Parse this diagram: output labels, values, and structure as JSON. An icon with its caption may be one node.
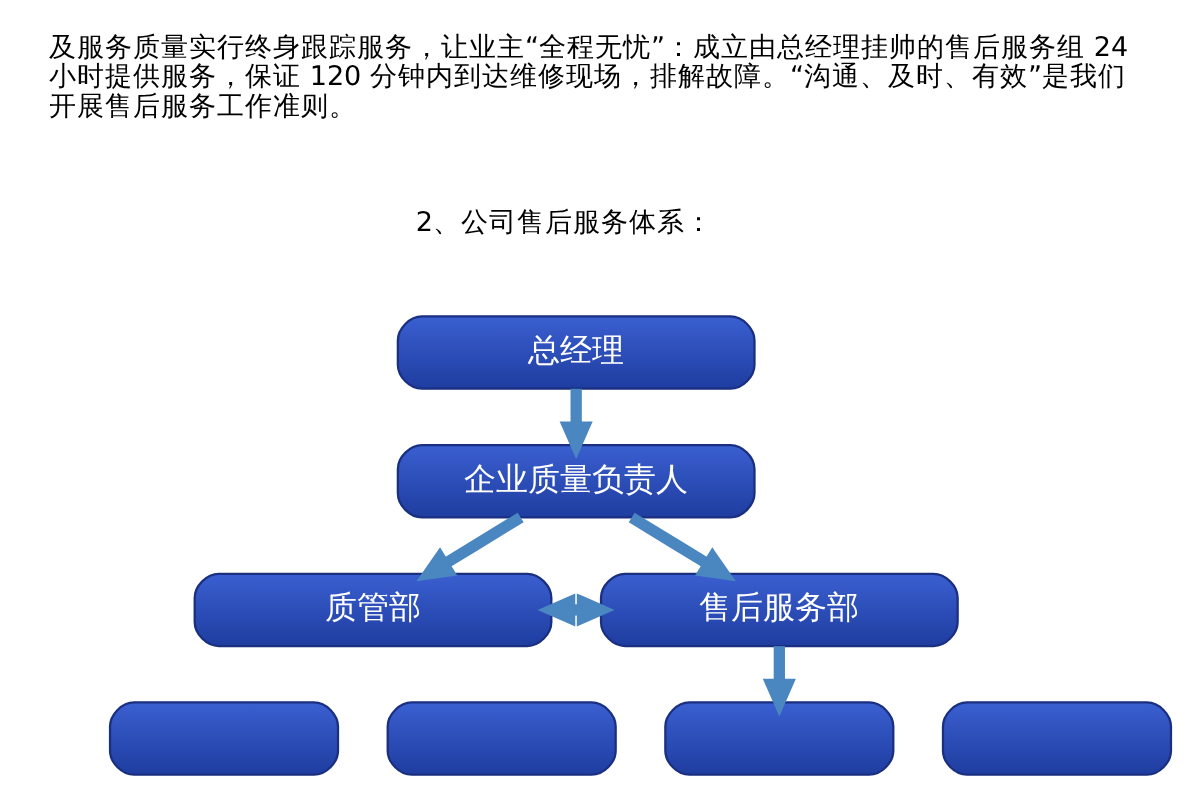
{
  "diagram": {
    "nodes": [
      {
        "text": [
          "总经理"
        ]
      },
      {
        "text": [
          "企业质量负责人"
        ]
      },
      {
        "text": [
          "质管部"
        ]
      },
      {
        "text": [
          "售后服务部"
        ]
      },
      {
        "text": [],
        "shape": "box"
      },
      {
        "text": [],
        "shape": "box"
      },
      {
        "text": [],
        "shape": "box"
      },
      {
        "text": [],
        "shape": "box"
      }
    ],
    "edges": [
      {
        "from": 0,
        "to": 1,
        "arrow": "to"
      },
      {
        "from": 1,
        "to": 2,
        "arrow": "to"
      },
      {
        "from": 1,
        "to": 3,
        "arrow": "to"
      },
      {
        "from": 2,
        "to": 3,
        "arrow": "both"
      },
      {
        "from": 3,
        "to": 6,
        "arrow": "to"
      }
    ],
    "labels": [
      "及服务质量实行终身跟踪服务，让业主“全程无忧”：成立由总经理挂帅的售后服务组 24 小时提供服务，保证 120 分钟内到达维修现场，排解故障。“沟通、及时、有效”是我们开展售后服务工作准则。",
      "2、公司售后服务体系："
    ]
  }
}
